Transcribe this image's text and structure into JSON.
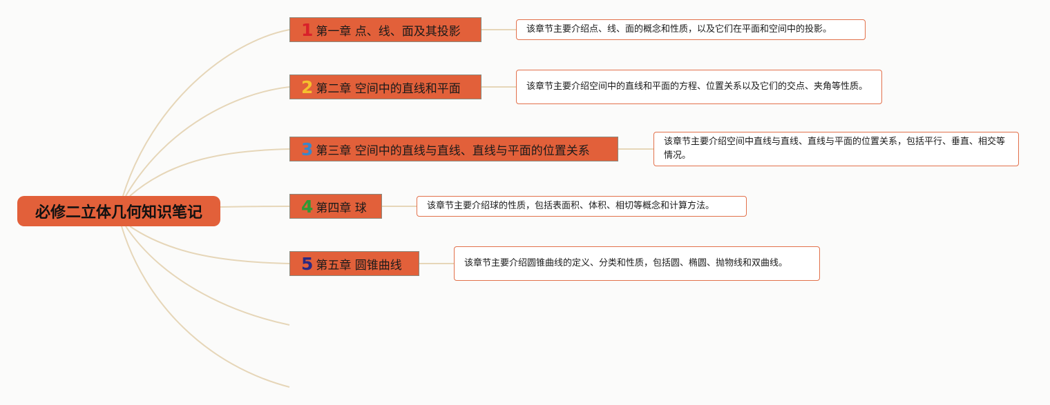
{
  "central_topic": "必修二立体几何知识笔记",
  "chapters": [
    {
      "number": "1",
      "number_color": "#d8202a",
      "title": "第一章 点、线、面及其投影",
      "description": "该章节主要介绍点、线、面的概念和性质，以及它们在平面和空间中的投影。"
    },
    {
      "number": "2",
      "number_color": "#f5c12e",
      "title": "第二章 空间中的直线和平面",
      "description": "该章节主要介绍空间中的直线和平面的方程、位置关系以及它们的交点、夹角等性质。"
    },
    {
      "number": "3",
      "number_color": "#3b86c8",
      "title": "第三章 空间中的直线与直线、直线与平面的位置关系",
      "description": "该章节主要介绍空间中直线与直线、直线与平面的位置关系，包括平行、垂直、相交等情况。"
    },
    {
      "number": "4",
      "number_color": "#2e9a35",
      "title": "第四章 球",
      "description": "该章节主要介绍球的性质，包括表面积、体积、相切等概念和计算方法。"
    },
    {
      "number": "5",
      "number_color": "#2a2a82",
      "title": "第五章 圆锥曲线",
      "description": "该章节主要介绍圆锥曲线的定义、分类和性质，包括圆、椭圆、抛物线和双曲线。"
    }
  ],
  "colors": {
    "topic_fill": "#e2603a",
    "connector": "#e6d6b8",
    "description_border": "#e2704a"
  }
}
